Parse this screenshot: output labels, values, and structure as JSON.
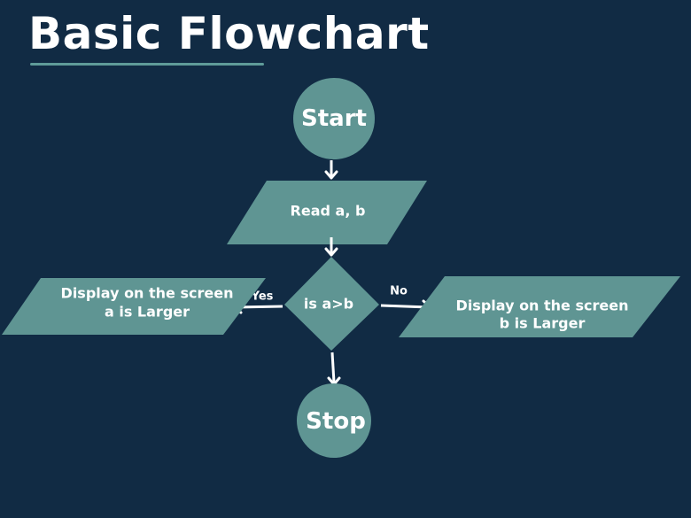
{
  "title": "Basic Flowchart",
  "colors": {
    "background": "#112b44",
    "shape_fill": "#5f9593",
    "text": "#ffffff",
    "accent_underline": "#5f9c99"
  },
  "nodes": {
    "start": {
      "shape": "circle",
      "label": "Start"
    },
    "read": {
      "shape": "parallelogram",
      "label": "Read a, b"
    },
    "decision": {
      "shape": "diamond",
      "label": "is a>b"
    },
    "output_a": {
      "shape": "parallelogram",
      "line1": "Display on the screen",
      "line2": "a is Larger"
    },
    "output_b": {
      "shape": "parallelogram",
      "line1": "Display on the screen",
      "line2": "b is Larger"
    },
    "stop": {
      "shape": "circle",
      "label": "Stop"
    }
  },
  "edges": {
    "yes_label": "Yes",
    "no_label": "No"
  }
}
